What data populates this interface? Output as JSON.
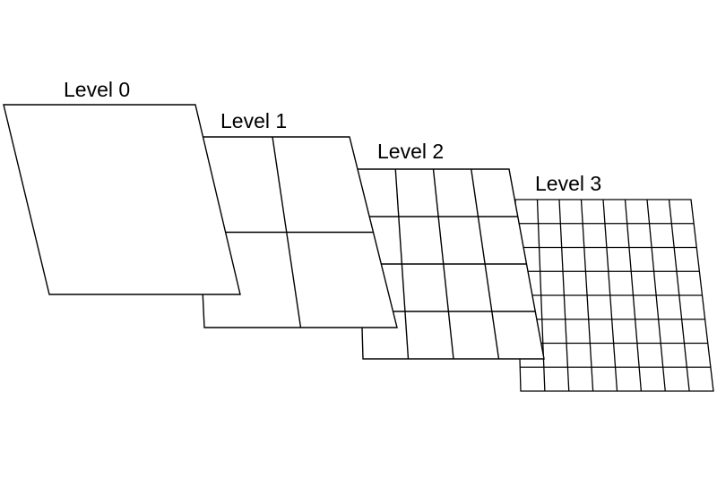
{
  "levels": [
    {
      "label": "Level 0",
      "grid": 1
    },
    {
      "label": "Level 1",
      "grid": 2
    },
    {
      "label": "Level 2",
      "grid": 4
    },
    {
      "label": "Level 3",
      "grid": 8
    }
  ],
  "colors": {
    "fill": "#ffffff",
    "stroke": "#000000"
  }
}
